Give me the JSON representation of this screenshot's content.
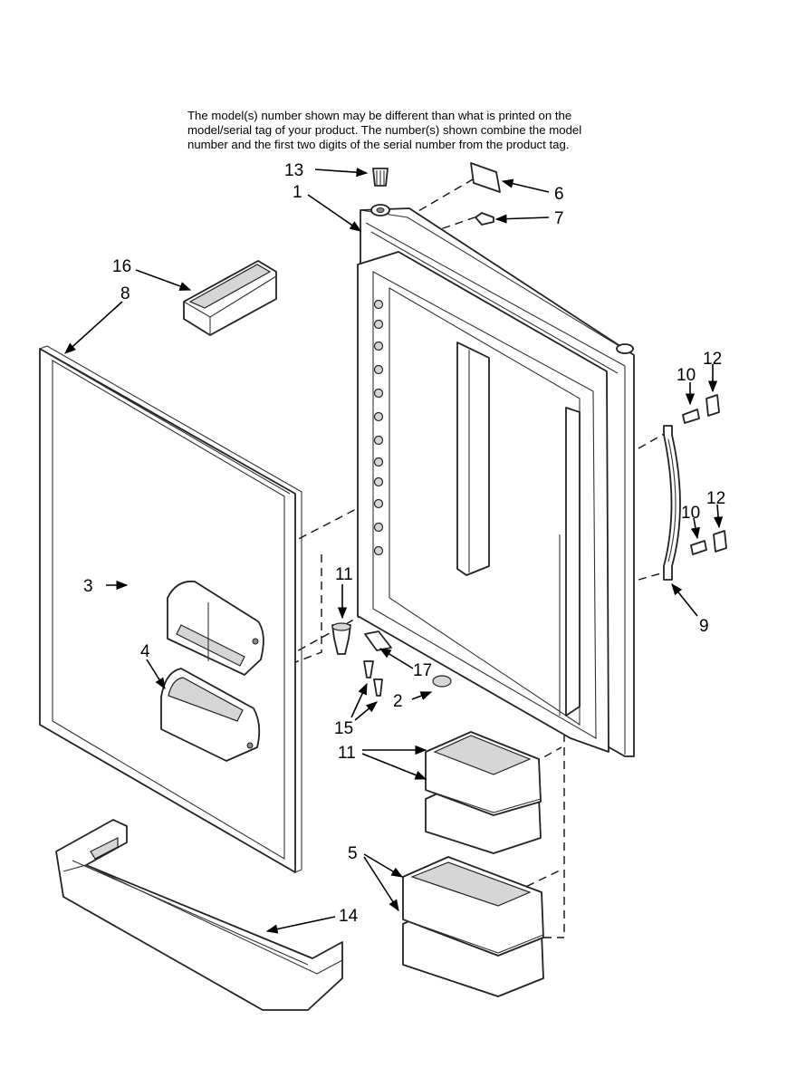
{
  "note": {
    "lines": [
      "The model(s) number shown may be different than what is printed on the",
      "model/serial tag of your product. The number(s) shown combine the model",
      "number and the first two digits of the serial number from the product tag."
    ]
  },
  "callouts": {
    "c1": "1",
    "c2": "2",
    "c3": "3",
    "c4": "4",
    "c5": "5",
    "c6": "6",
    "c7": "7",
    "c8": "8",
    "c9": "9",
    "c10a": "10",
    "c10b": "10",
    "c11a": "11",
    "c11b": "11",
    "c12a": "12",
    "c12b": "12",
    "c13": "13",
    "c14": "14",
    "c15": "15",
    "c16": "16",
    "c17": "17"
  }
}
